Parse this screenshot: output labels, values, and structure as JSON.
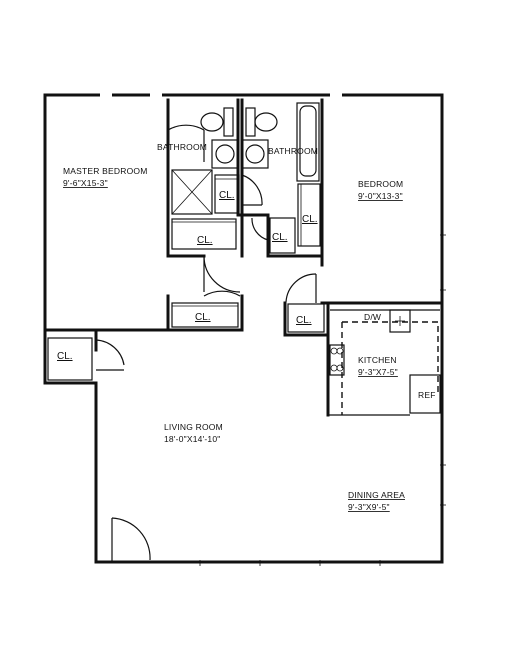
{
  "rooms": {
    "master_bedroom": {
      "name": "MASTER BEDROOM",
      "dims": "9'-6\"X15-3\""
    },
    "bathroom_1": {
      "name": "BATHROOM"
    },
    "bathroom_2": {
      "name": "BATHROOM"
    },
    "bedroom": {
      "name": "BEDROOM",
      "dims": "9'-0\"X13-3\""
    },
    "kitchen": {
      "name": "KITCHEN",
      "dims": "9'-3\"X7-5\""
    },
    "living_room": {
      "name": "LIVING ROOM",
      "dims": "18'-0\"X14'-10\""
    },
    "dining_area": {
      "name": "DINING AREA",
      "dims": "9'-3\"X9'-5\""
    }
  },
  "closets": {
    "cl1": "CL.",
    "cl2": "CL.",
    "cl3": "CL.",
    "cl4": "CL.",
    "cl5": "CL.",
    "cl6": "CL.",
    "cl7": "CL."
  },
  "fixtures": {
    "dishwasher": "D/W",
    "refrigerator": "REF"
  }
}
